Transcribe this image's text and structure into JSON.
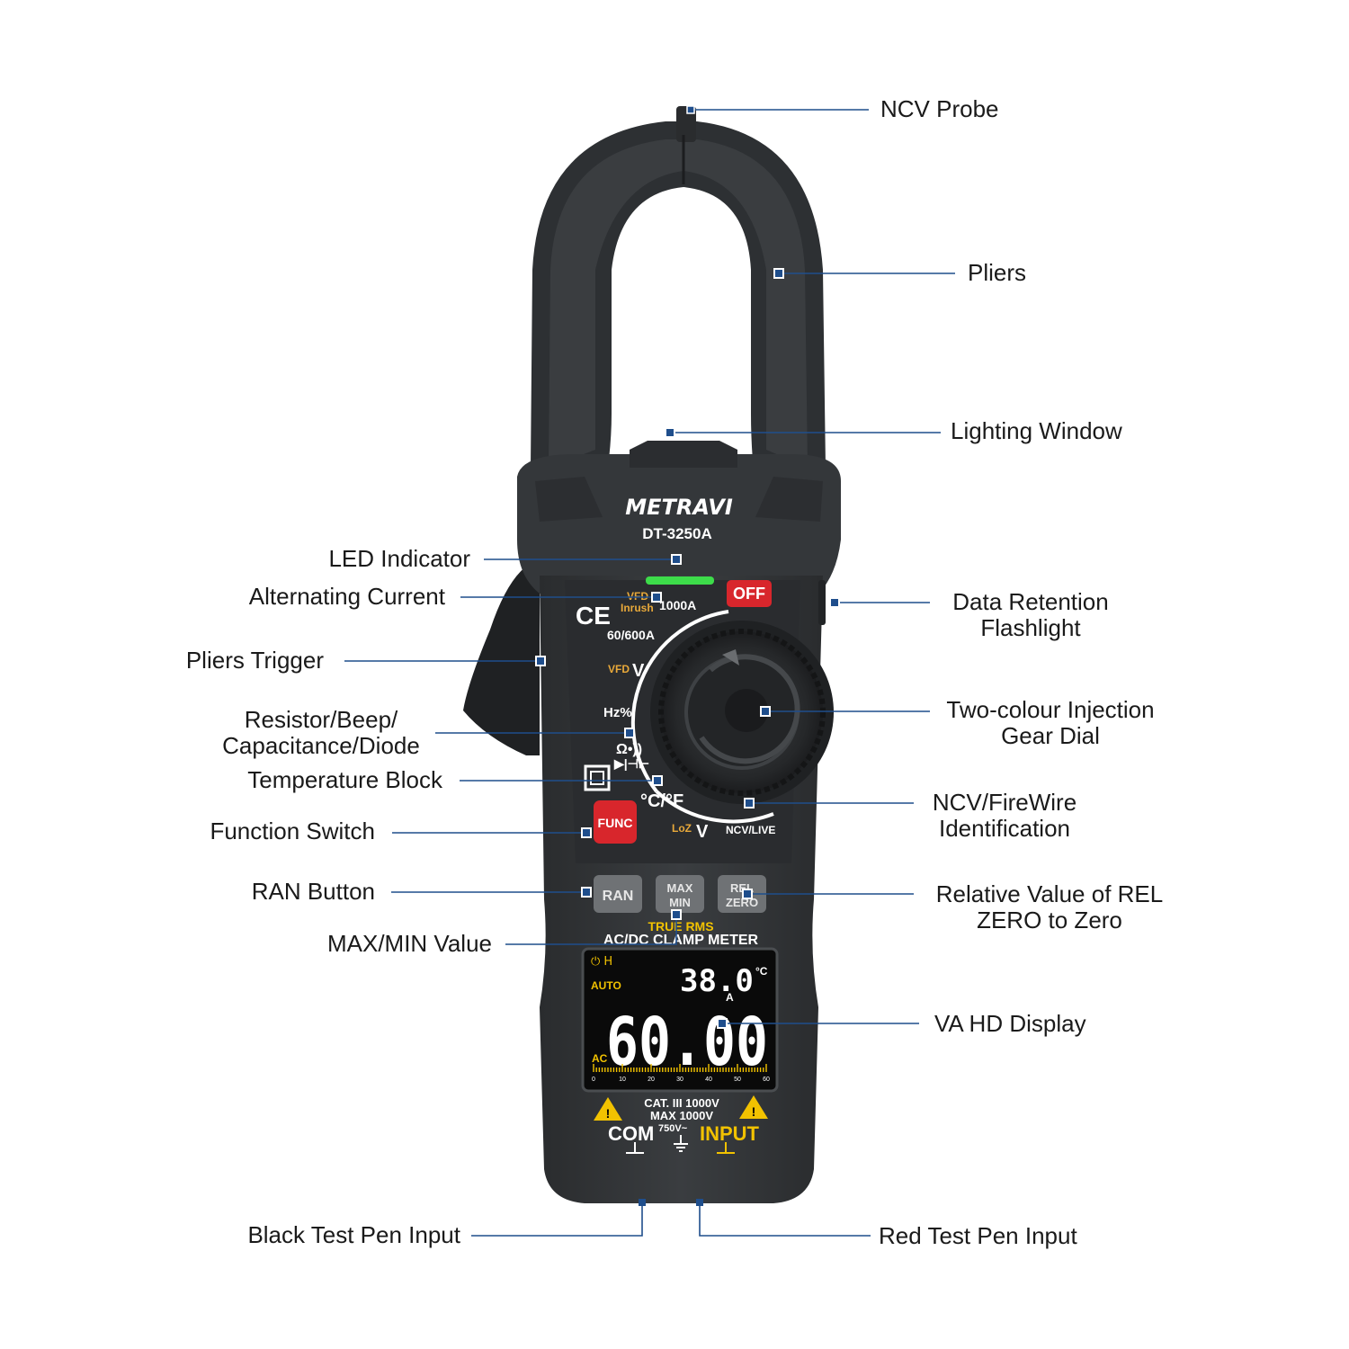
{
  "device": {
    "brand": "METRAVI",
    "model": "DT-3250A",
    "dial": {
      "off": "OFF",
      "vfd_a": "VFD",
      "inrush": "Inrush",
      "range_1000a": "1000A",
      "range_60_600a": "60/600A",
      "vfd_v": "VFD",
      "hz": "Hz%",
      "temp": "°C/°F",
      "loz": "LoZ",
      "ncv_live": "NCV/LIVE"
    },
    "buttons": {
      "func": "FUNC",
      "ran": "RAN",
      "max": "MAX",
      "min": "MIN",
      "rel": "REL",
      "zero": "ZERO"
    },
    "panel": {
      "true_rms": "TRUE RMS",
      "title": "AC/DC CLAMP METER"
    },
    "display": {
      "auto": "AUTO",
      "secondary_value": "38.0",
      "secondary_unit": "°C",
      "primary_unit": "A",
      "primary_value": "60.00",
      "mode": "AC",
      "scale_ticks": [
        "0",
        "10",
        "20",
        "30",
        "40",
        "50",
        "60"
      ]
    },
    "safety": {
      "cat": "CAT. III 1000V",
      "max": "MAX 1000V",
      "com": "COM",
      "voltage": "750V~",
      "input": "INPUT"
    }
  },
  "labels": {
    "ncv_probe": "NCV Probe",
    "pliers": "Pliers",
    "lighting_window": "Lighting Window",
    "led_indicator": "LED Indicator",
    "alternating_current": "Alternating Current",
    "data_retention_1": "Data Retention",
    "data_retention_2": "Flashlight",
    "pliers_trigger": "Pliers Trigger",
    "resistor_1": "Resistor/Beep/",
    "resistor_2": "Capacitance/Diode",
    "gear_dial_1": "Two-colour Injection",
    "gear_dial_2": "Gear Dial",
    "temperature_block": "Temperature Block",
    "ncv_fire_1": "NCV/FireWire",
    "ncv_fire_2": "Identification",
    "function_switch": "Function Switch",
    "ran_button": "RAN Button",
    "rel_zero_1": "Relative Value of REL",
    "rel_zero_2": "ZERO to Zero",
    "max_min": "MAX/MIN Value",
    "va_display": "VA HD Display",
    "black_pen": "Black Test Pen Input",
    "red_pen": "Red Test Pen Input"
  },
  "colors": {
    "body": "#35383b",
    "body_dark": "#232527",
    "leader": "#1f4e8c",
    "off_button": "#d8262c",
    "display_accent": "#f2c200",
    "led": "#3ddc4a"
  }
}
